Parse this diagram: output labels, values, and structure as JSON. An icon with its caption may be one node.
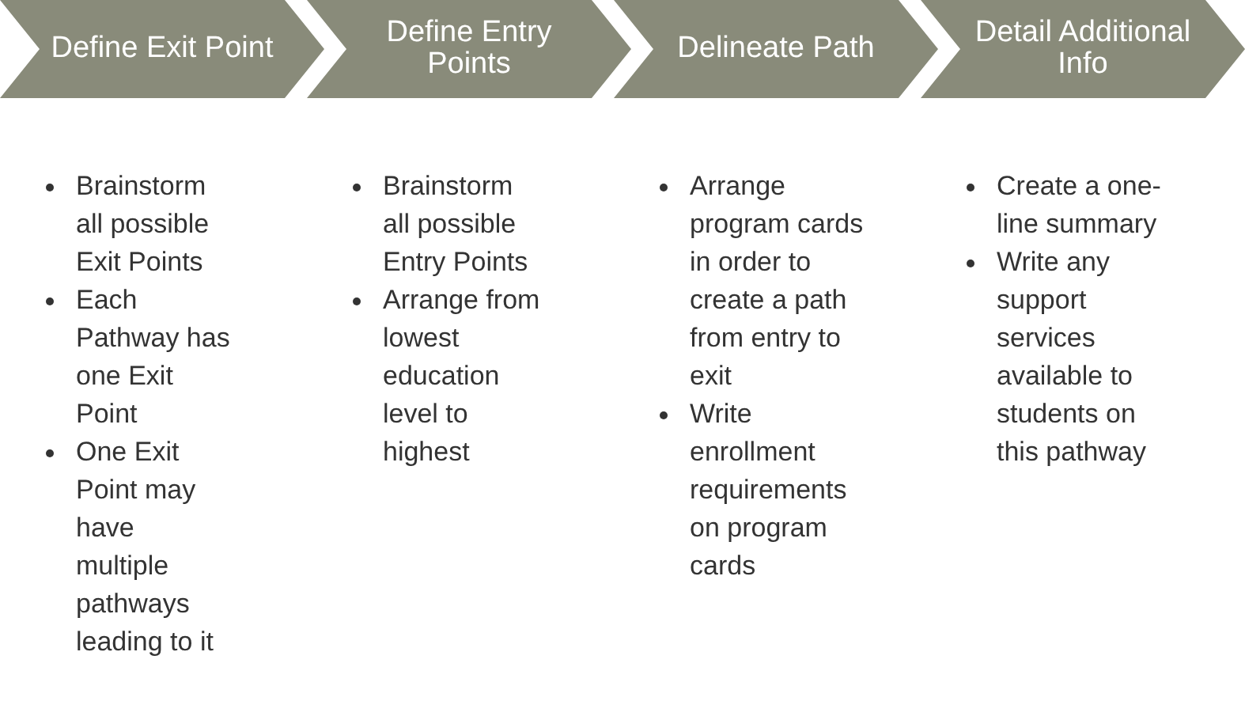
{
  "diagram": {
    "nodes": [
      {
        "text": [
          "Define Exit Point"
        ],
        "beside": [
          "Brainstorm all possible Exit Points",
          "Each Pathway has one Exit Point",
          "One Exit Point may have multiple pathways leading to it"
        ]
      },
      {
        "text": [
          "Define Entry Points"
        ],
        "beside": [
          "Brainstorm all possible Entry Points",
          "Arrange from lowest education level to highest"
        ]
      },
      {
        "text": [
          "Delineate Path"
        ],
        "beside": [
          "Arrange program cards in order to create a path from entry to exit",
          "Write enrollment requirements on program cards"
        ]
      },
      {
        "text": [
          "Detail Additional Info"
        ],
        "beside": [
          "Create a one-line summary",
          "Write any support services available to students on this pathway"
        ]
      }
    ]
  }
}
